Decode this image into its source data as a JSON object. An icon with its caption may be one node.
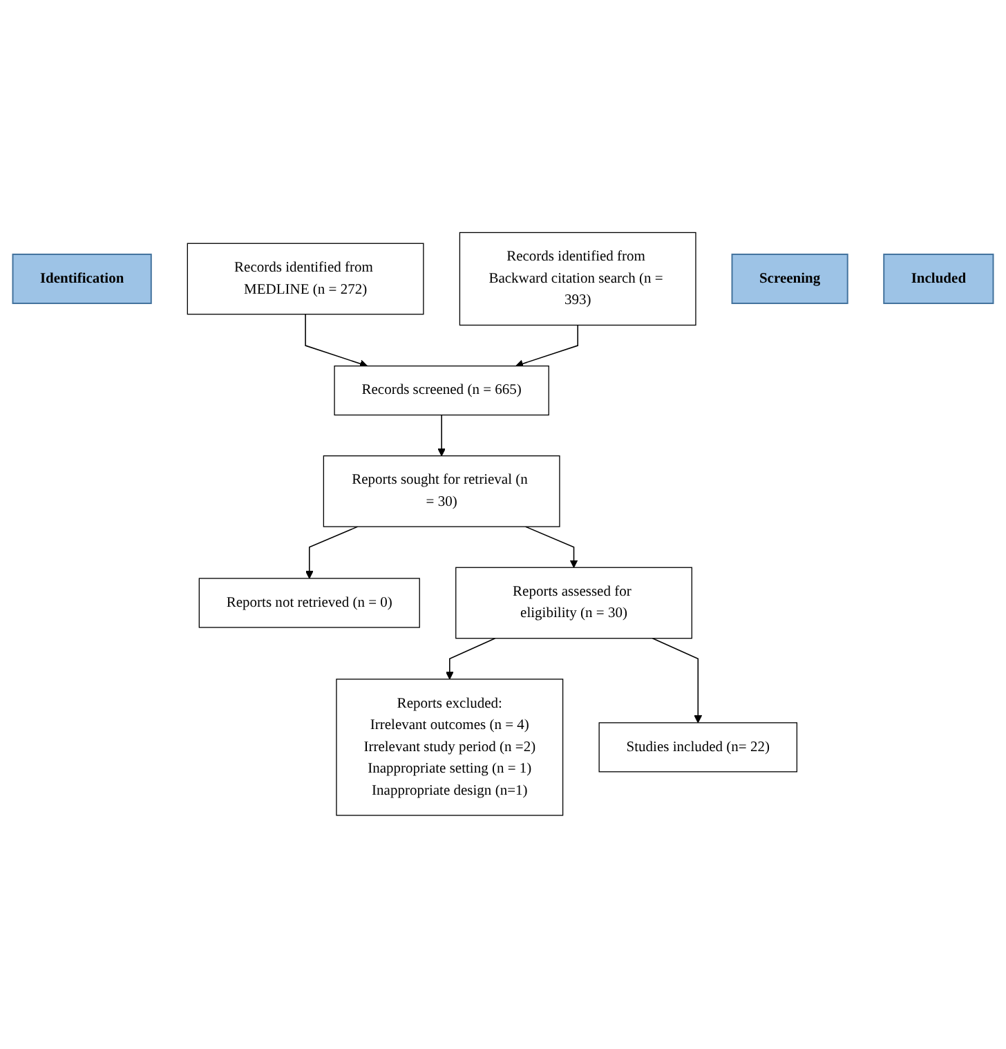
{
  "diagram": {
    "nodes": [
      {
        "text": [
          "Identification"
        ]
      },
      {
        "text": [
          "Records identified from MEDLINE (n = 272)"
        ]
      },
      {
        "text": [
          "Records identified from Backward citation search (n = 393)"
        ]
      },
      {
        "text": [
          "Screening"
        ]
      },
      {
        "text": [
          "Records screened (n = 665)"
        ]
      },
      {
        "text": [
          "Reports sought for retrieval (n = 30)"
        ]
      },
      {
        "text": [
          "Reports not retrieved (n = 0)"
        ]
      },
      {
        "text": [
          "Reports assessed for eligibility (n = 30)"
        ]
      },
      {
        "text": [
          "Reports excluded:",
          "Irrelevant outcomes (n = 4)",
          "Irrelevant study period (n =2)",
          "Inappropriate setting (n = 1)",
          "Inappropriate design (n=1)"
        ]
      },
      {
        "text": [
          "Included"
        ]
      },
      {
        "text": [
          "Studies included (n= 22)"
        ]
      }
    ],
    "edges": [
      {
        "from": 1,
        "to": 4,
        "arrow": "to"
      },
      {
        "from": 2,
        "to": 4,
        "arrow": "to"
      },
      {
        "from": 4,
        "to": 5,
        "arrow": "to"
      },
      {
        "from": 5,
        "to": 6,
        "arrow": "to"
      },
      {
        "from": 5,
        "to": 7,
        "arrow": "to"
      },
      {
        "from": 7,
        "to": 8,
        "arrow": "to"
      },
      {
        "from": 7,
        "to": 10,
        "arrow": "to"
      }
    ]
  }
}
